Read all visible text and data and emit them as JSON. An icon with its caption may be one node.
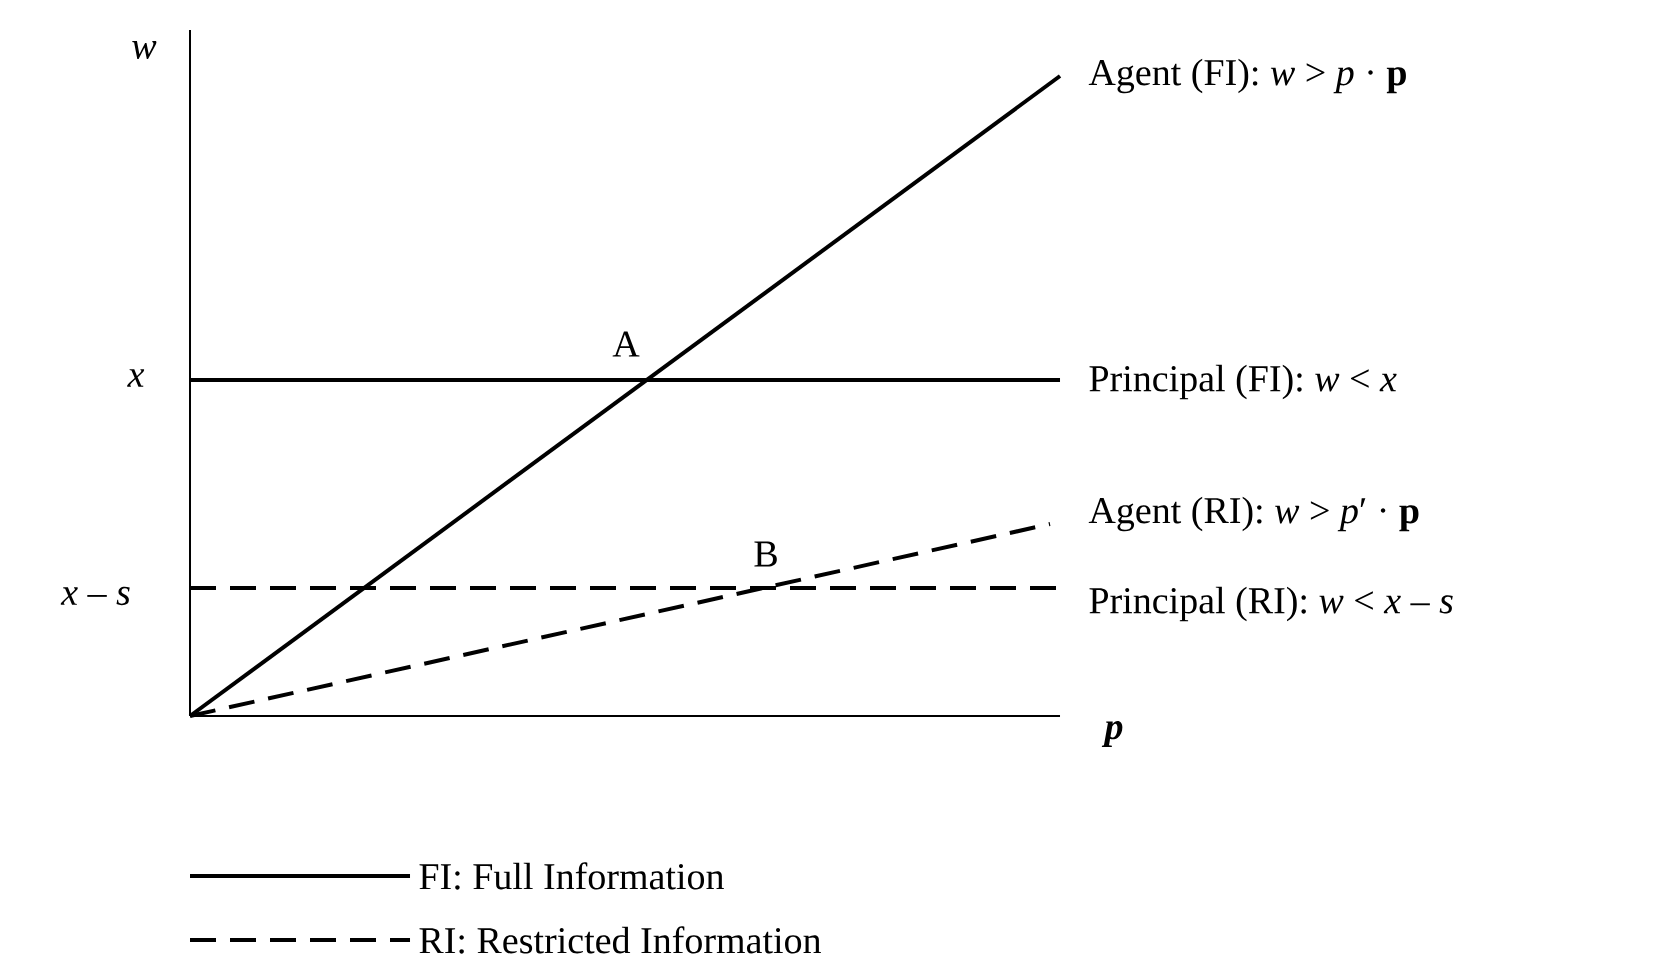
{
  "diagram": {
    "labels": [
      "w",
      "Agent (FI):  *w* > *p* · **p**",
      "A",
      "x",
      "Principal (FI): *w* < *x*",
      "Agent (RI):  *w* > *p*′ · **p**",
      "B",
      "x – s",
      "Principal (RI): *w* < *x* – *s*",
      "p"
    ],
    "legend": [
      {
        "text": "FI: Full Information"
      },
      {
        "text": "RI: Restricted Information"
      }
    ]
  }
}
